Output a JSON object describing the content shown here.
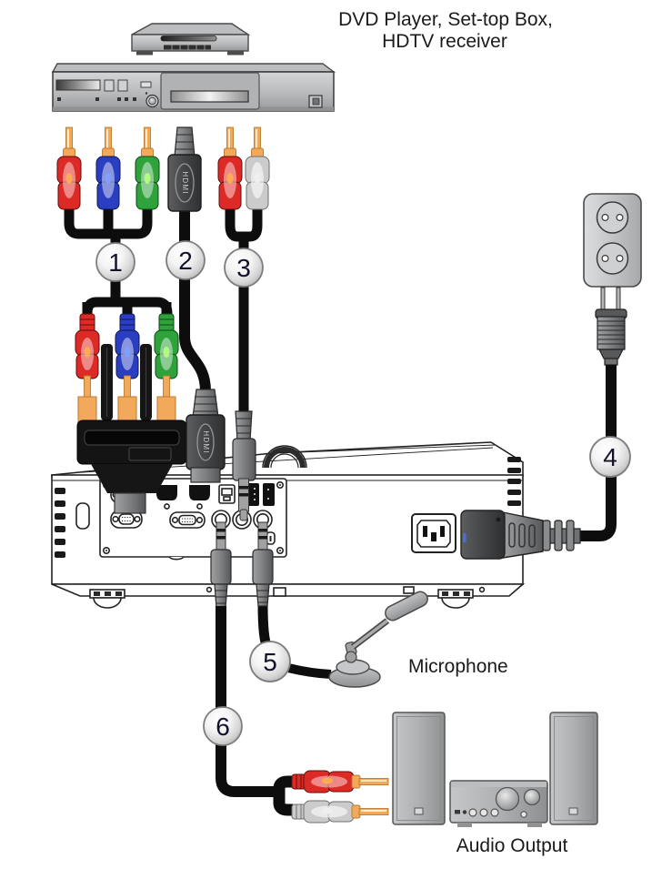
{
  "title": {
    "line1": "DVD Player, Set-top Box,",
    "line2": "HDTV receiver"
  },
  "labels": {
    "microphone": "Microphone",
    "audio_output": "Audio Output"
  },
  "callouts": [
    "1",
    "2",
    "3",
    "4",
    "5",
    "6"
  ],
  "hdmi_label": "HDMI",
  "colors": {
    "cable_black": "#0d0d0d",
    "component_red": "#de2a26",
    "component_blue": "#2a3ec2",
    "component_green": "#2fa23c",
    "rca_red": "#de2a26",
    "rca_white": "#cbcbcb",
    "connector_tip_orange": "#f3a95c",
    "device_gray": "#bcbdbf",
    "callout_number": "#12122e",
    "label_text": "#1a1a1a"
  }
}
